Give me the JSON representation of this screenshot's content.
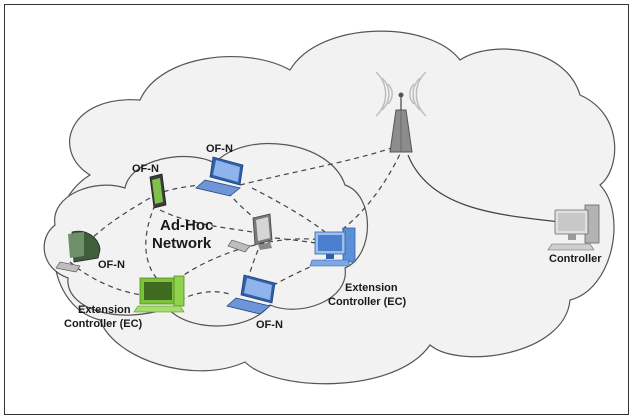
{
  "labels": {
    "ofn_top_laptop": "OF-N",
    "ofn_tablet": "OF-N",
    "ofn_left_pc": "OF-N",
    "ofn_bottom_laptop": "OF-N",
    "adhoc_line1": "Ad-Hoc",
    "adhoc_line2": "Network",
    "ec_right_line1": "Extension",
    "ec_right_line2": "Controller (EC)",
    "ec_left_line1": "Extension",
    "ec_left_line2": "Controller (EC)",
    "controller": "Controller"
  },
  "icons": {
    "antenna": "cell-tower-icon",
    "controller": "desktop-computer-icon",
    "ec_right": "desktop-computer-icon",
    "ec_left": "desktop-computer-icon",
    "top_laptop": "laptop-icon",
    "bottom_laptop": "laptop-icon",
    "tablet": "tablet-icon",
    "left_pc": "monitor-icon",
    "center_pc": "monitor-icon"
  },
  "colors": {
    "cloud_fill": "#f2f2f2",
    "cloud_stroke": "#555555",
    "link_stroke": "#444444",
    "blue_device": "#5b8fd6",
    "green_device": "#7cc23a",
    "gray_device": "#9a9a9a"
  }
}
